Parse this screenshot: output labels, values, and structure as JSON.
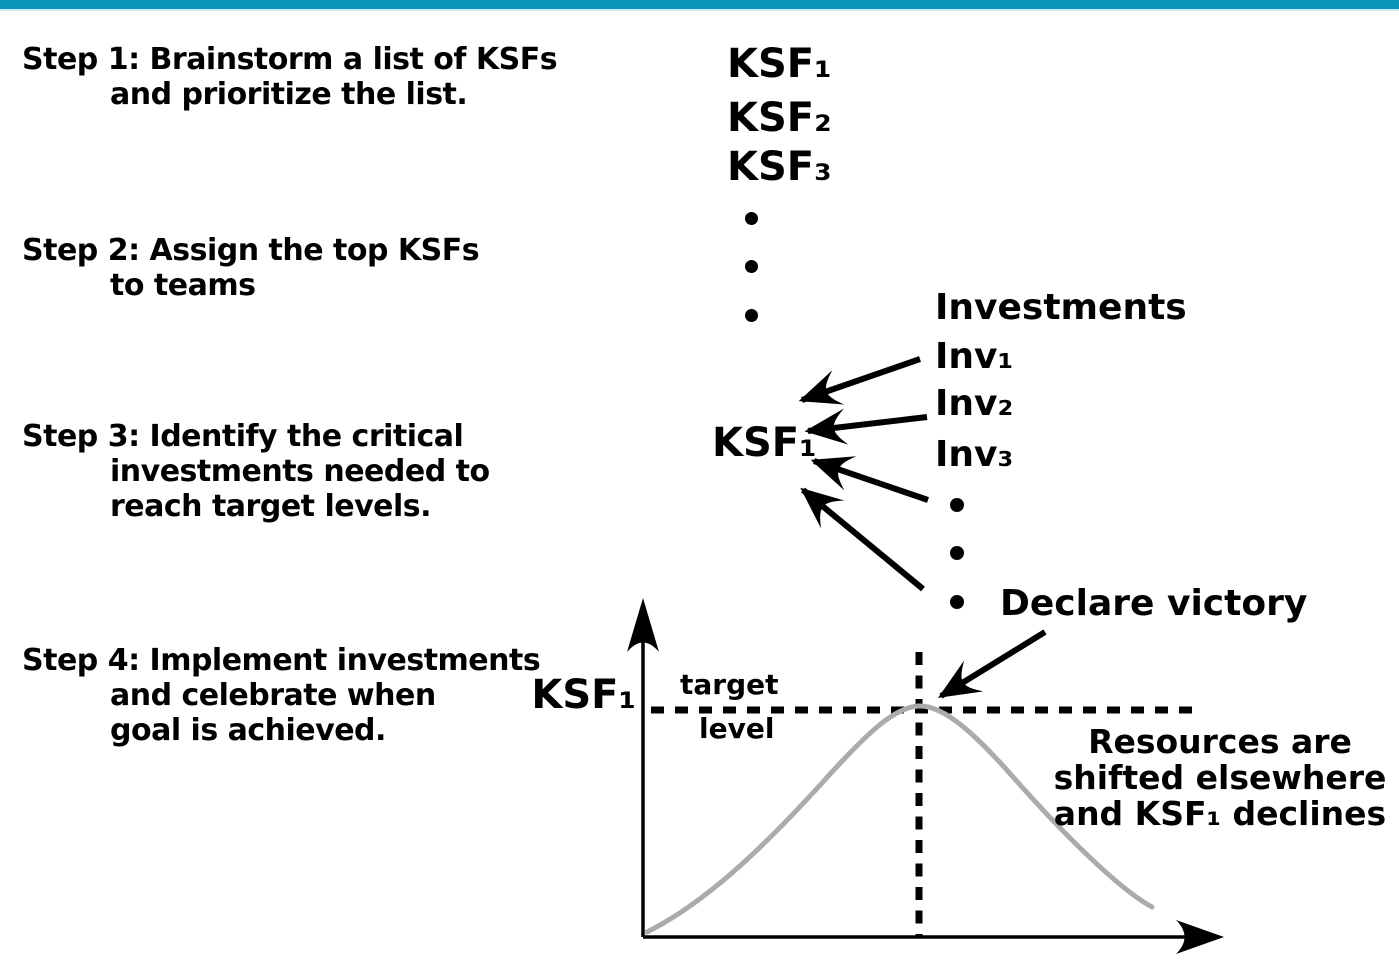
{
  "colors": {
    "accent": "#0994bc",
    "accent_light": "#cfe8f2",
    "curve": "#ababab",
    "ink": "#000000"
  },
  "steps": [
    {
      "lines": [
        "Step 1: Brainstorm a list of KSFs",
        "and prioritize the list."
      ]
    },
    {
      "lines": [
        "Step 2: Assign the top KSFs",
        "to teams"
      ]
    },
    {
      "lines": [
        "Step 3: Identify the critical",
        "investments needed to",
        "reach target levels."
      ]
    },
    {
      "lines": [
        "Step 4: Implement investments",
        "and celebrate when",
        "goal is achieved."
      ]
    }
  ],
  "ksf_list": {
    "items": [
      "KSF₁",
      "KSF₂",
      "KSF₃"
    ],
    "ellipsis_dots": 3
  },
  "investments": {
    "title": "Investments",
    "items": [
      "Inv₁",
      "Inv₂",
      "Inv₃"
    ],
    "ellipsis_dots": 3
  },
  "center_ksf_label": "KSF₁",
  "declare_victory_label": "Declare victory",
  "graph": {
    "y_axis_label": "KSF₁",
    "target_line_label": [
      "target",
      "level"
    ],
    "annotation": [
      "Resources are",
      "shifted elsewhere",
      "and KSF₁ declines"
    ]
  }
}
